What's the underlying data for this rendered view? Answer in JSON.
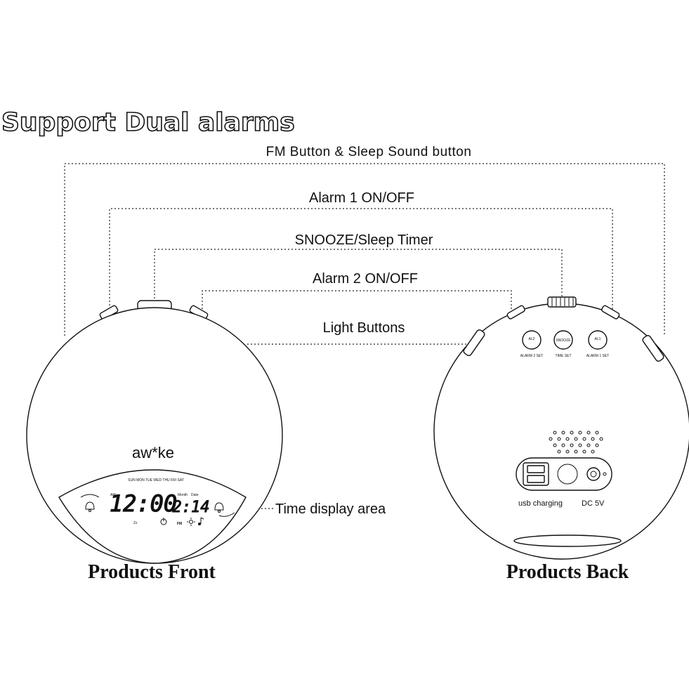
{
  "title": "Support Dual alarms",
  "callouts": {
    "fm_sleep": "FM Button & Sleep Sound button",
    "alarm1": "Alarm 1 ON/OFF",
    "snooze": "SNOOZE/Sleep Timer",
    "alarm2": "Alarm 2 ON/OFF",
    "light": "Light Buttons",
    "time_display": "Time display area"
  },
  "front": {
    "caption": "Products Front",
    "brand": "aw*ke",
    "days": "SUN MON TUE WED THU FRI SAT",
    "time": "12:00",
    "date": "2:14",
    "month_label": "Month",
    "date_label": "Date",
    "am_label": "AM",
    "fm_label": "FM",
    "zz_label": "Zz"
  },
  "back": {
    "caption": "Products Back",
    "btn_left": "AL2",
    "btn_mid": "SNOOZE",
    "btn_right": "AL1",
    "btn_left_sub": "ALARM 2 SET",
    "btn_mid_sub": "TIME SET",
    "btn_right_sub": "ALARM 1 SET",
    "usb_label": "usb charging",
    "dc_label": "DC 5V"
  }
}
